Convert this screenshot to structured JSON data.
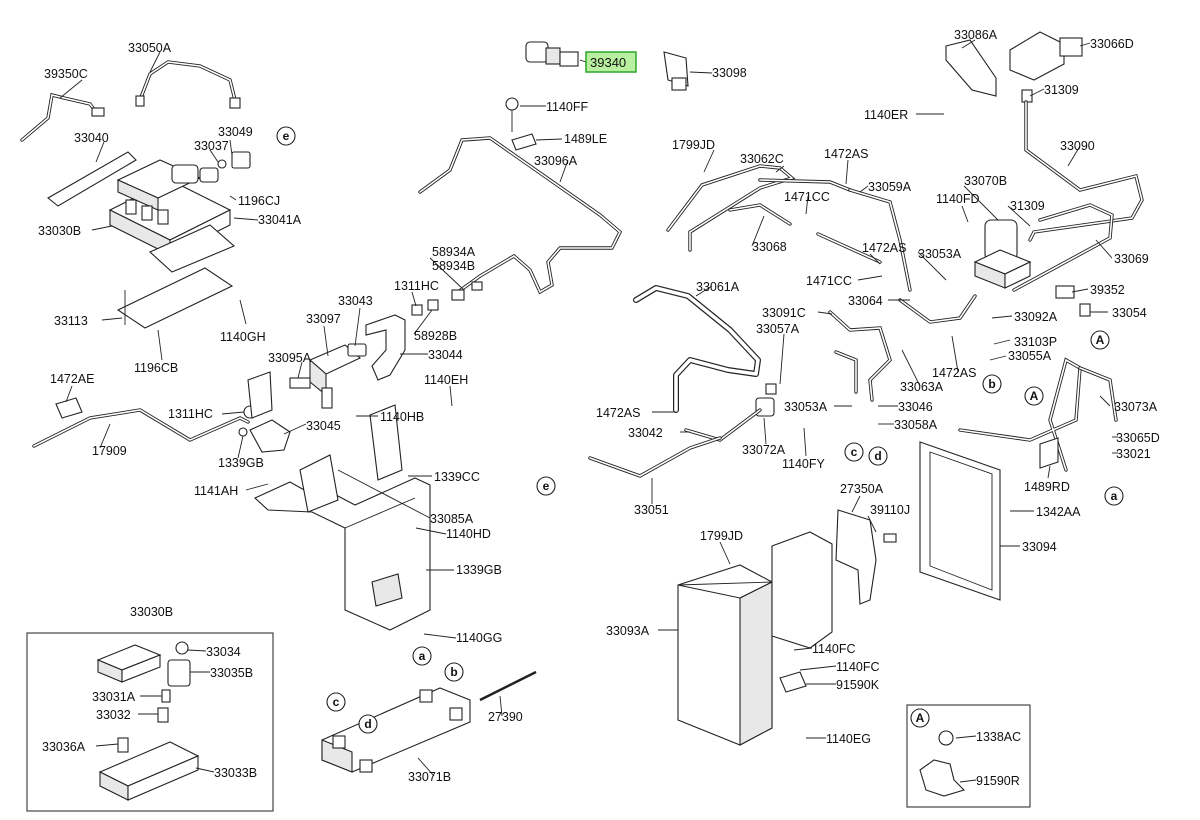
{
  "diagram": {
    "labels": [
      "33050A",
      "39350C",
      "33040",
      "33037",
      "33049",
      "1196CJ",
      "33041A",
      "33030B",
      "33113",
      "1196CB",
      "1140GH",
      "39340",
      "33098",
      "1140FF",
      "1489LE",
      "33096A",
      "58934A",
      "58934B",
      "1311HC",
      "58928B",
      "33043",
      "33097",
      "33044",
      "33095A",
      "1472AE",
      "1311HC",
      "1140EH",
      "17909",
      "33045",
      "1140HB",
      "1339GB",
      "1339CC",
      "1141AH",
      "33085A",
      "1140HD",
      "1339GB",
      "1140GG",
      "33030B",
      "33034",
      "33035B",
      "33031A",
      "33032",
      "33036A",
      "33033B",
      "27390",
      "33071B",
      "33066D",
      "33086A",
      "1140ER",
      "31309",
      "33090",
      "1799JD",
      "33062C",
      "1472AS",
      "33059A",
      "33070B",
      "1471CC",
      "1140FD",
      "31309",
      "33068",
      "1472AS",
      "33053A",
      "33069",
      "1471CC",
      "33061A",
      "33064",
      "39352",
      "33091C",
      "33092A",
      "33054",
      "33057A",
      "33103P",
      "33055A",
      "1472AS",
      "33063A",
      "33073A",
      "1472AS",
      "33053A",
      "33046",
      "33042",
      "33058A",
      "33065D",
      "33072A",
      "33021",
      "1140FY",
      "1489RD",
      "33051",
      "27350A",
      "39110J",
      "1342AA",
      "33094",
      "1799JD",
      "33093A",
      "1140FC",
      "1140FC",
      "91590K",
      "1140EG",
      "1338AC",
      "91590R"
    ],
    "highlight": "39340",
    "callouts": [
      "a",
      "b",
      "c",
      "d",
      "e",
      "A"
    ]
  },
  "colors": {
    "highlight_fill": "#b8f0a0",
    "highlight_stroke": "#2aa62a",
    "line": "#222222"
  }
}
